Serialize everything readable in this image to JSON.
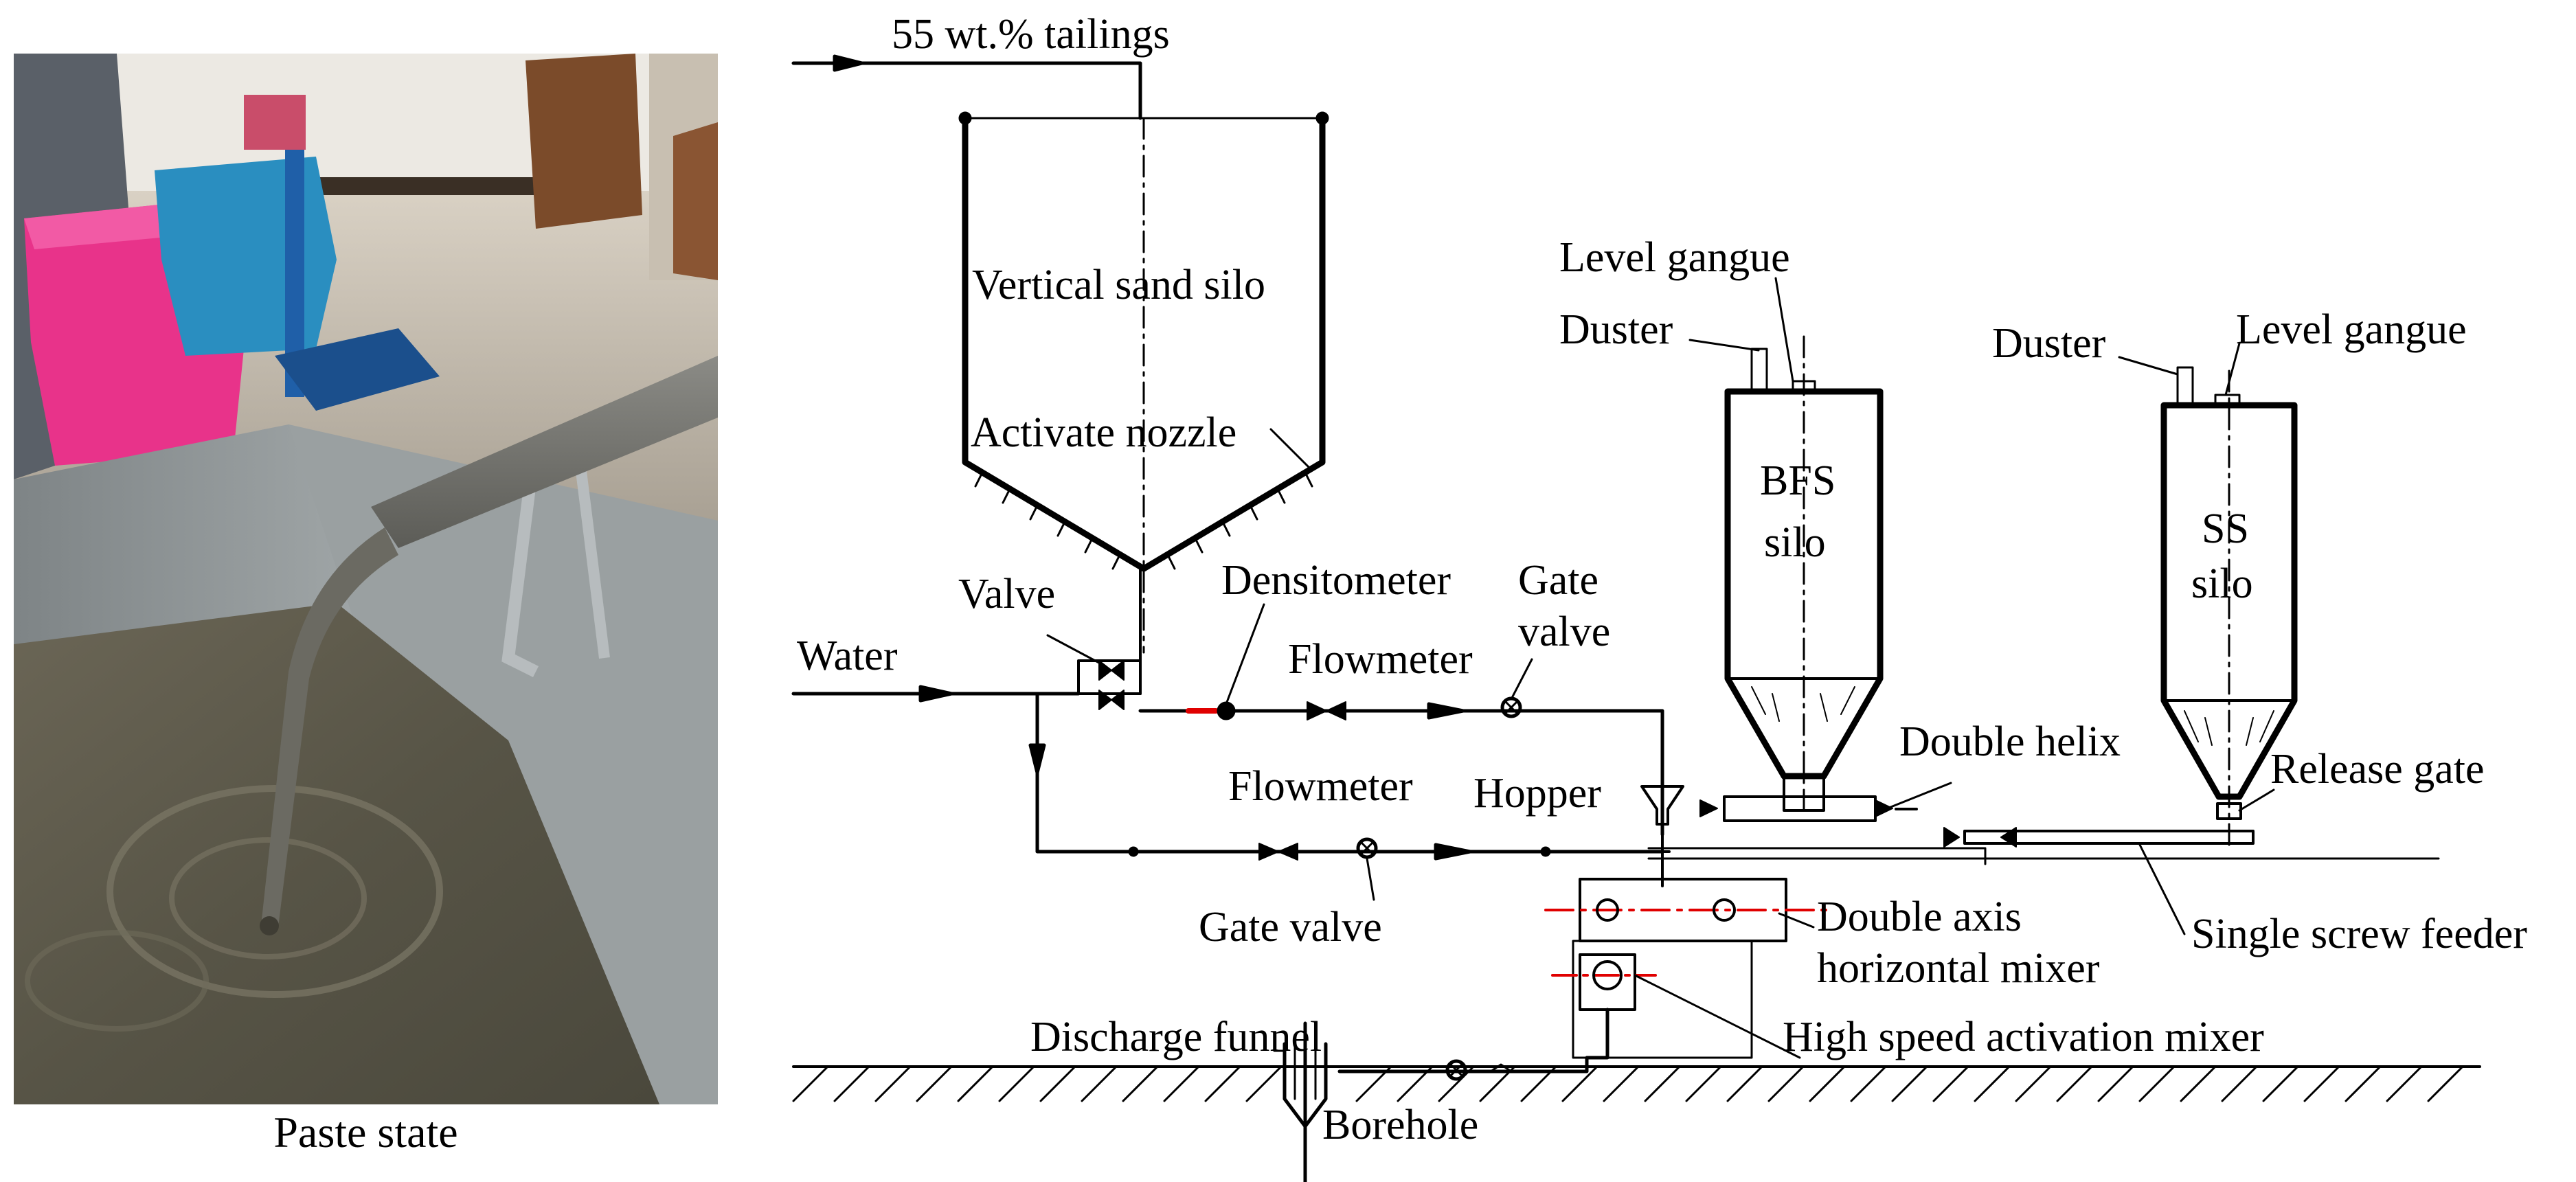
{
  "photo": {
    "caption": "Paste state"
  },
  "diagram": {
    "labels": {
      "tailings": "55 wt.% tailings",
      "sand_silo": "Vertical sand silo",
      "activate_nozzle": "Activate nozzle",
      "valve": "Valve",
      "densitometer": "Densitometer",
      "gate_valve_upper_1": "Gate",
      "gate_valve_upper_2": "valve",
      "flowmeter_upper": "Flowmeter",
      "water": "Water",
      "flowmeter_lower": "Flowmeter",
      "gate_valve_lower": "Gate valve",
      "hopper": "Hopper",
      "level_gauge_bfs": "Level gangue",
      "duster_bfs": "Duster",
      "bfs_silo_1": "BFS",
      "bfs_silo_2": "silo",
      "duster_ss": "Duster",
      "level_gauge_ss": "Level gangue",
      "ss_silo_1": "SS",
      "ss_silo_2": "silo",
      "double_helix": "Double helix",
      "release_gate": "Release gate",
      "double_axis_1": "Double axis",
      "double_axis_2": "horizontal mixer",
      "single_screw": "Single screw feeder",
      "high_speed": "High speed activation mixer",
      "discharge_funnel": "Discharge funnel",
      "borehole": "Borehole"
    }
  }
}
